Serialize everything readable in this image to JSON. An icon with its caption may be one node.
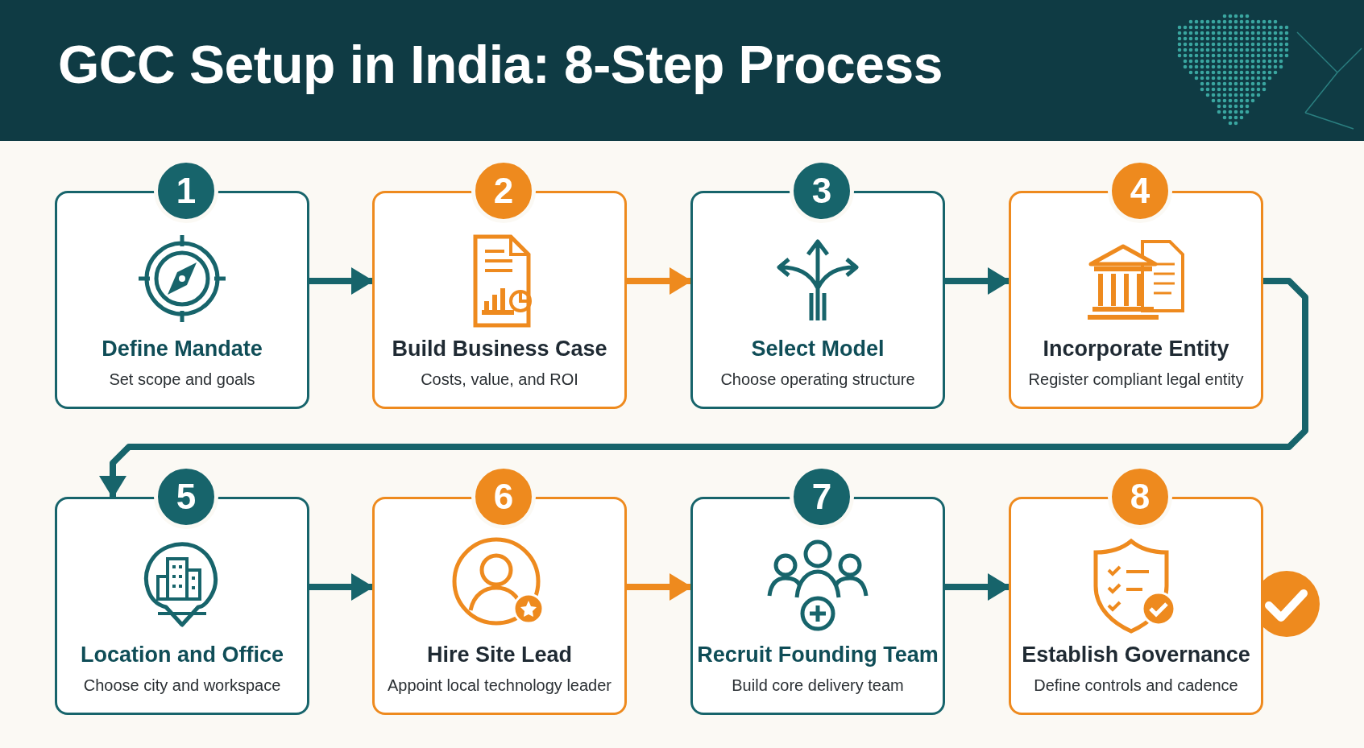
{
  "diagram": {
    "title": "GCC Setup in India: 8-Step Process",
    "nodes": [
      {
        "text": [
          "1",
          "Define Mandate",
          "Set scope and goals"
        ]
      },
      {
        "text": [
          "2",
          "Build Business Case",
          "Costs, value, and ROI"
        ]
      },
      {
        "text": [
          "3",
          "Select Model",
          "Choose operating structure"
        ]
      },
      {
        "text": [
          "4",
          "Incorporate Entity",
          "Register compliant legal entity"
        ]
      },
      {
        "text": [
          "5",
          "Location and Office",
          "Choose city and workspace"
        ]
      },
      {
        "text": [
          "6",
          "Hire Site Lead",
          "Appoint local technology leader"
        ]
      },
      {
        "text": [
          "7",
          "Recruit Founding Team",
          "Build core delivery team"
        ]
      },
      {
        "text": [
          "8",
          "Establish Governance",
          "Define controls and cadence"
        ]
      }
    ],
    "edges": [
      {
        "from": 0,
        "to": 1,
        "arrow": "to"
      },
      {
        "from": 1,
        "to": 2,
        "arrow": "to",
        "color": "#ee8a1e"
      },
      {
        "from": 2,
        "to": 3,
        "arrow": "to"
      },
      {
        "from": 3,
        "to": 4,
        "arrow": "to"
      },
      {
        "from": 4,
        "to": 5,
        "arrow": "to"
      },
      {
        "from": 5,
        "to": 6,
        "arrow": "to",
        "color": "#ee8a1e"
      },
      {
        "from": 6,
        "to": 7,
        "arrow": "to"
      }
    ]
  }
}
